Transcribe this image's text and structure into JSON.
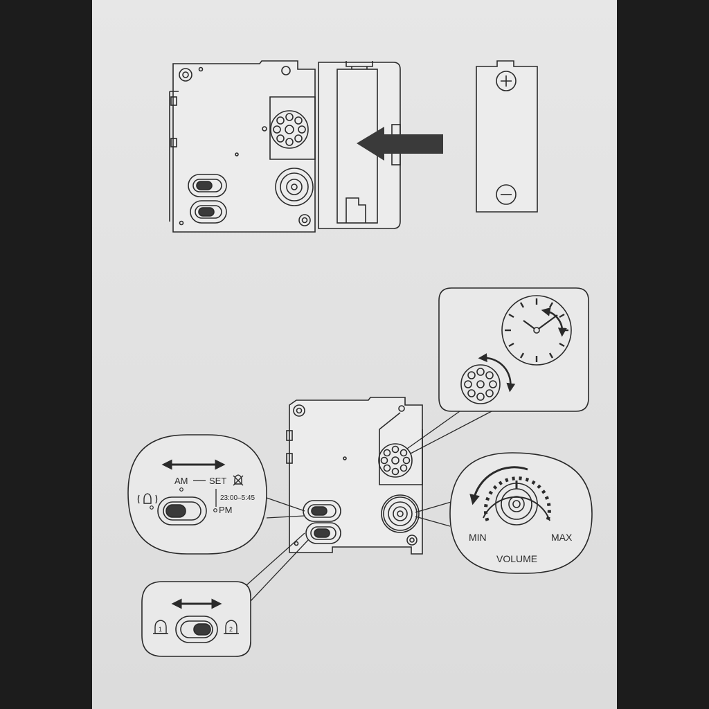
{
  "labels": {
    "am": "AM",
    "set": "SET",
    "pm": "PM",
    "quiet_time": "23:00–5:45",
    "min": "MIN",
    "max": "MAX",
    "volume": "VOLUME",
    "alarm_1": "1",
    "alarm_2": "2"
  },
  "icons": [
    "arrow-left-icon",
    "double-arrow-icon",
    "bell-off-icon",
    "ringing-bell-icon",
    "bell-icon",
    "clock-icon",
    "rotate-arrow-icon"
  ],
  "colors": {
    "paper": "#e4e4e4",
    "ink": "#2a2a2a",
    "fill": "#3a3a3a"
  }
}
